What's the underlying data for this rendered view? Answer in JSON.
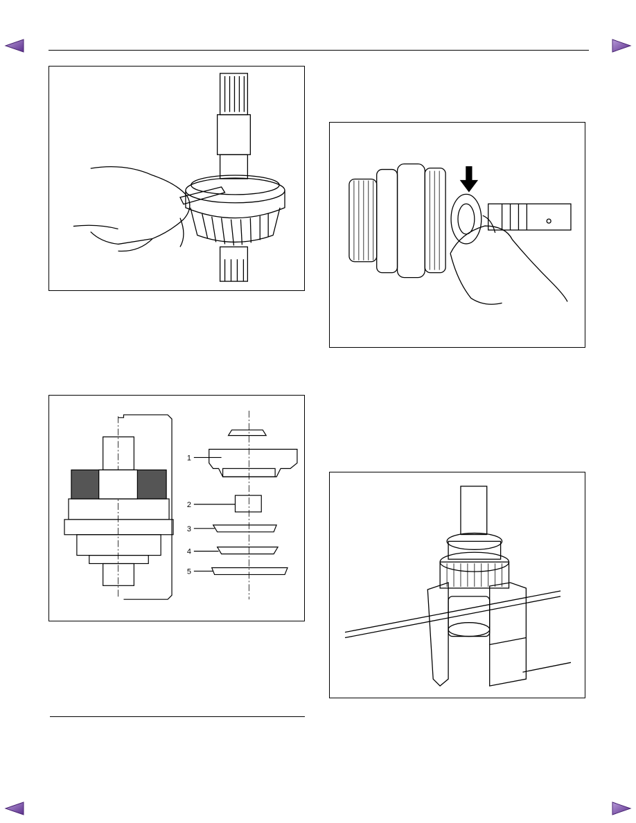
{
  "navigation": {
    "prev_icon": "arrow-left-icon",
    "next_icon": "arrow-right-icon",
    "arrow_color": "#7b4fa8"
  },
  "figures": {
    "rear_cross_section": {
      "callouts": [
        "1",
        "2",
        "3",
        "4",
        "5"
      ]
    }
  }
}
